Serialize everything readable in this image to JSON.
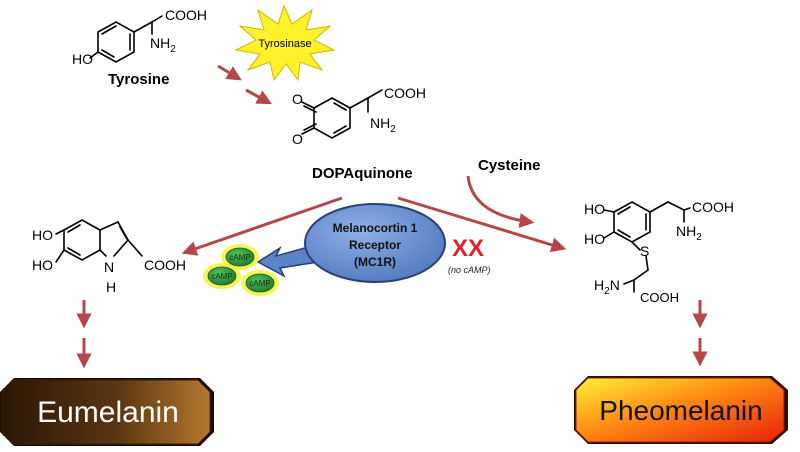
{
  "tyrosine": {
    "name": "Tyrosine",
    "cooh": "COOH",
    "nh2": "NH",
    "nh2_sub": "2",
    "ho": "HO"
  },
  "tyrosinase": {
    "label": "Tyrosinase"
  },
  "dopaquinone": {
    "name": "DOPAquinone",
    "cooh": "COOH",
    "nh2": "NH",
    "nh2_sub": "2",
    "o_top": "O",
    "o_bottom": "O"
  },
  "cysteine": {
    "label": "Cysteine"
  },
  "indole": {
    "ho_top": "HO",
    "ho_bottom": "HO",
    "n": "N",
    "h": "H",
    "cooh": "COOH"
  },
  "cysteinyldopa": {
    "ho_top": "HO",
    "ho_bottom": "HO",
    "cooh_top": "COOH",
    "nh2": "NH",
    "nh2_sub": "2",
    "s": "S",
    "h2n": "H",
    "h2n_sub": "2",
    "h2n_n": "N",
    "cooh_bottom": "COOH"
  },
  "mc1r": {
    "line1": "Melanocortin 1",
    "line2": "Receptor",
    "line3": "(MC1R)"
  },
  "camp": {
    "label": "cAMP"
  },
  "no_camp": {
    "label": "(no cAMP)",
    "mark": "XX"
  },
  "eumelanin": {
    "label": "Eumelanin"
  },
  "pheomelanin": {
    "label": "Pheomelanin"
  },
  "colors": {
    "arrow": "#b5474a",
    "ellipse_fill": "#5b83c9",
    "ellipse_stroke": "#2a3f7a",
    "camp_green": "#2e9e3a",
    "camp_glow": "#f2f53a",
    "burst": "#fff22a",
    "x_red": "#e0232a",
    "eumelanin_dark": "#2a1606",
    "eumelanin_light": "#b5772e",
    "pheomelanin_red": "#e8200a",
    "pheomelanin_yellow": "#fff23a"
  }
}
